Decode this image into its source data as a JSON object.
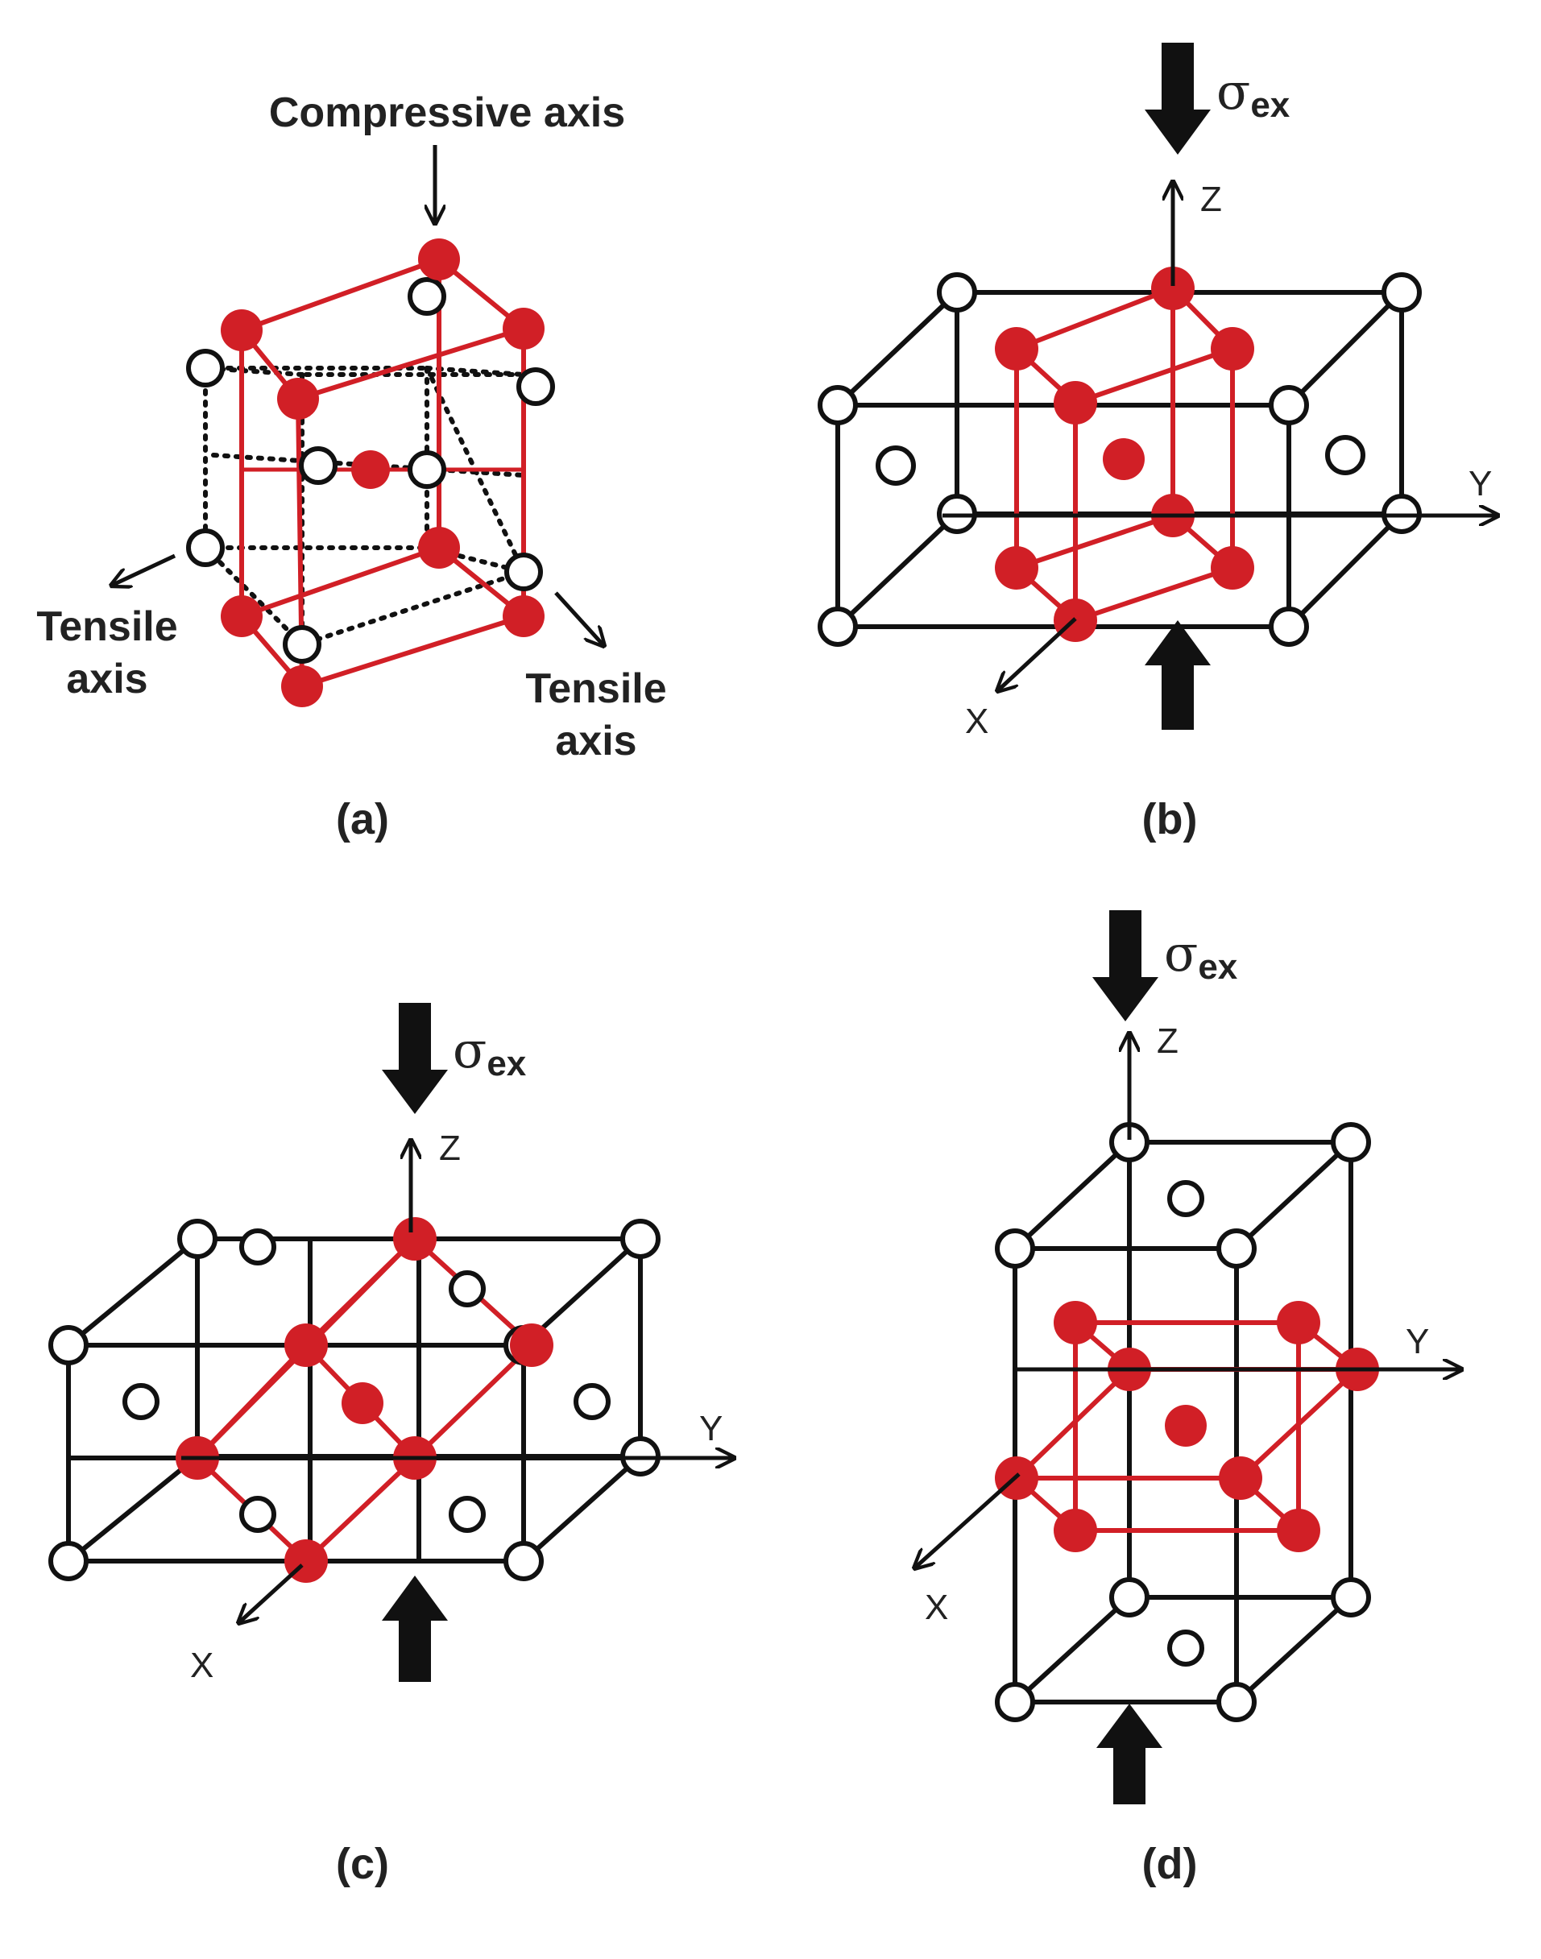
{
  "colors": {
    "red": "#d11f26",
    "black": "#111111",
    "white": "#ffffff"
  },
  "panels": {
    "a": {
      "caption": "(a)",
      "compressive_axis": "Compressive axis",
      "tensile_left_line1": "Tensile",
      "tensile_left_line2": "axis",
      "tensile_right_line1": "Tensile",
      "tensile_right_line2": "axis"
    },
    "b": {
      "caption": "(b)",
      "stress": "σ",
      "stress_sub": "ex",
      "axis_z": "Z",
      "axis_y": "Y",
      "axis_x": "X"
    },
    "c": {
      "caption": "(c)",
      "stress": "σ",
      "stress_sub": "ex",
      "axis_z": "Z",
      "axis_y": "Y",
      "axis_x": "X"
    },
    "d": {
      "caption": "(d)",
      "stress": "σ",
      "stress_sub": "ex",
      "axis_z": "Z",
      "axis_y": "Y",
      "axis_x": "X"
    }
  }
}
